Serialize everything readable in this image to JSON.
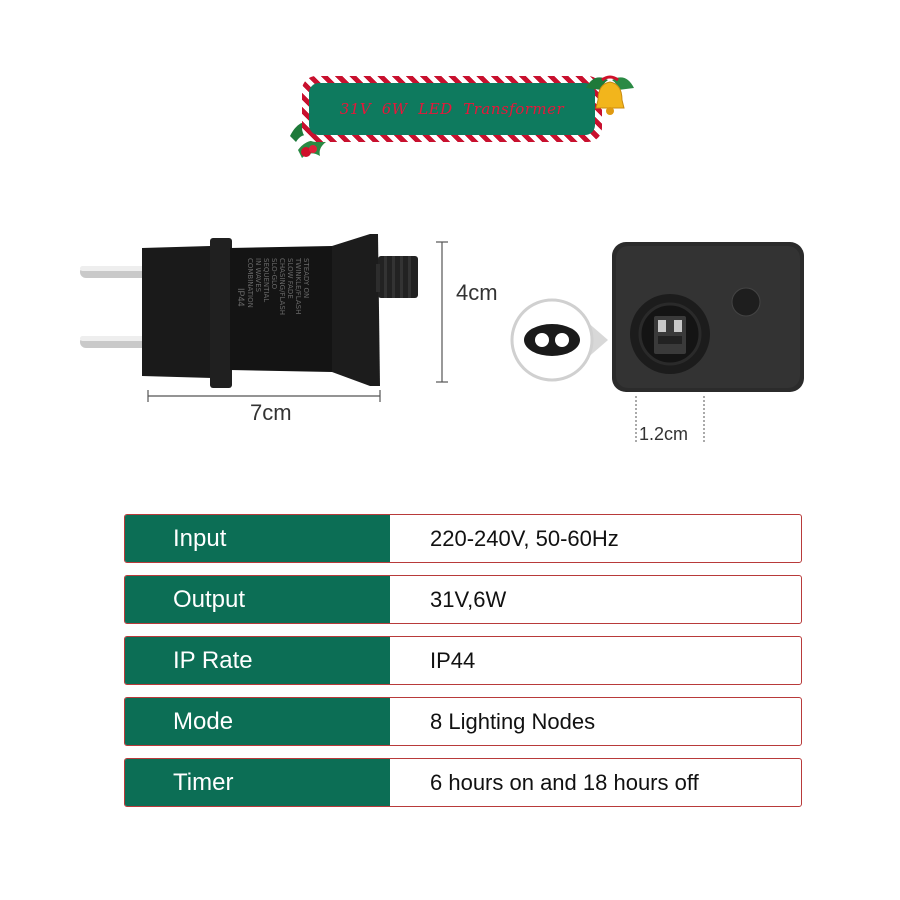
{
  "banner": {
    "title": "31V  6W  LED  Transformer"
  },
  "dimensions": {
    "length": "7cm",
    "height": "4cm",
    "socket_width": "1.2cm"
  },
  "adapter": {
    "text_lines": [
      "COMBINATION",
      "IN WAVES",
      "SEQUENTIAL",
      "SLO-GLO",
      "CHASING/FLASH",
      "SLOW FADE",
      "TWINKLE/FLASH",
      "STEADY ON"
    ],
    "mark": "IP44"
  },
  "specs": {
    "rows": [
      {
        "label": "Input",
        "value": "220-240V, 50-60Hz"
      },
      {
        "label": "Output",
        "value": "31V,6W"
      },
      {
        "label": "IP Rate",
        "value": "IP44"
      },
      {
        "label": "Mode",
        "value": "8 Lighting Nodes"
      },
      {
        "label": "Timer",
        "value": "6 hours on and 18 hours off"
      }
    ]
  },
  "colors": {
    "table_green": "#0c6e55",
    "table_border": "#b83a3a",
    "banner_green": "#0e7a5e",
    "banner_red": "#c8102e",
    "device_black": "#1a1a1a"
  },
  "icons": [
    "holly-icon",
    "bell-icon",
    "power-button-icon",
    "socket-icon"
  ]
}
